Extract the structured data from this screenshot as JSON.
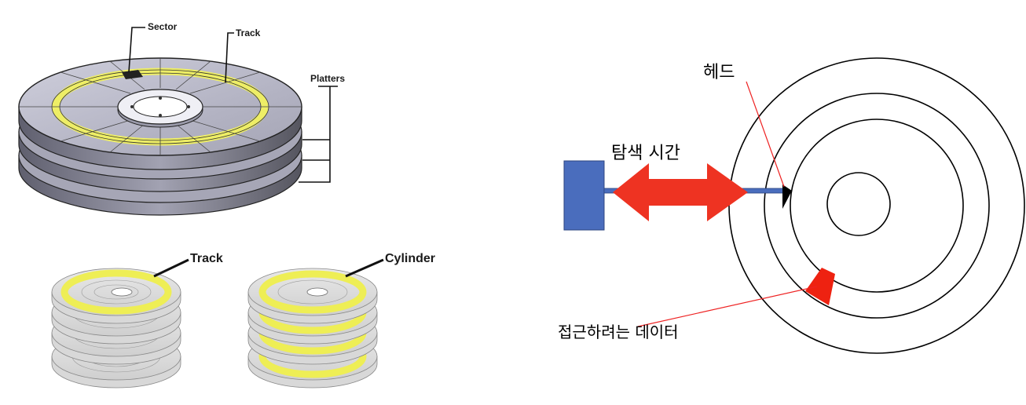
{
  "disk_structure": {
    "labels": {
      "sector": "Sector",
      "track": "Track",
      "platters": "Platters"
    }
  },
  "track_cylinder": {
    "labels": {
      "track": "Track",
      "cylinder": "Cylinder"
    }
  },
  "seek_diagram": {
    "labels": {
      "head": "헤드",
      "seek_time": "탐색 시간",
      "target_data": "접근하려는 데이터"
    }
  },
  "colors": {
    "platter_top": "#b9b9c9",
    "platter_side": "#8d8d9c",
    "track_yellow": "#eeee66",
    "arm_block": "#4a6dbd",
    "seek_arrow": "#ee3322",
    "target_sector": "#ee2211",
    "pointer_line": "#ee2222",
    "ring_stroke": "#000000"
  }
}
